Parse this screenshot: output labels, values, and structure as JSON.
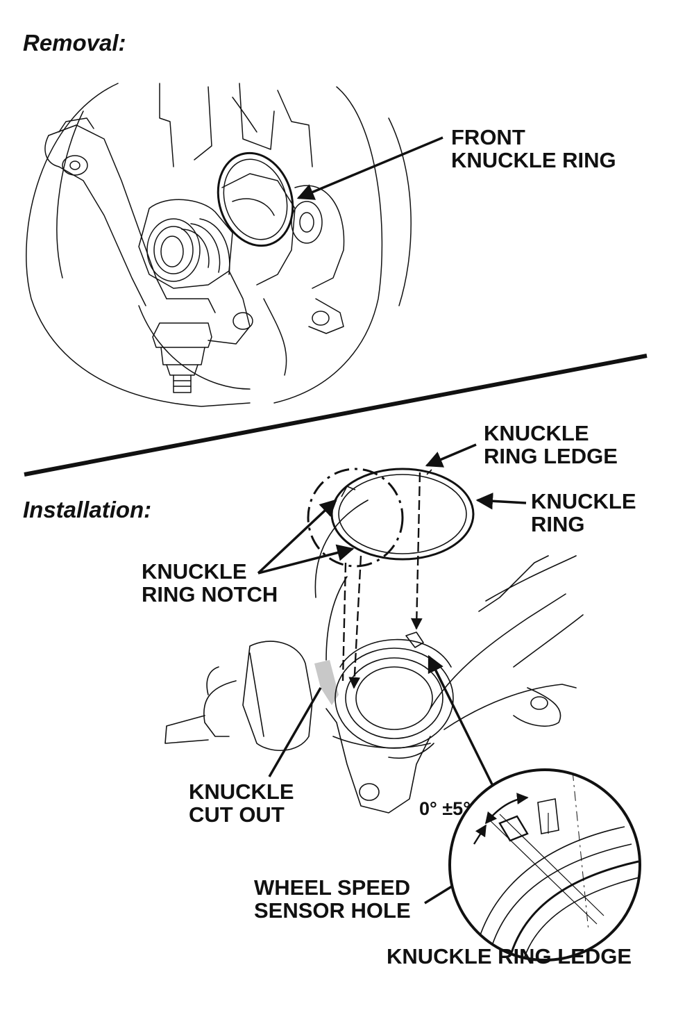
{
  "sections": {
    "removal_title": "Removal:",
    "installation_title": "Installation:"
  },
  "labels": {
    "front_knuckle_ring": {
      "line1": "FRONT",
      "line2": "KNUCKLE RING"
    },
    "knuckle_ring_ledge_top": {
      "line1": "KNUCKLE",
      "line2": "RING LEDGE"
    },
    "knuckle_ring": {
      "line1": "KNUCKLE",
      "line2": "RING"
    },
    "knuckle_ring_notch": {
      "line1": "KNUCKLE",
      "line2": "RING NOTCH"
    },
    "knuckle_cut_out": {
      "line1": "KNUCKLE",
      "line2": "CUT OUT"
    },
    "angle_tolerance": "0° ±5°",
    "wheel_speed_sensor_hole": {
      "line1": "WHEEL SPEED",
      "line2": "SENSOR HOLE"
    },
    "knuckle_ring_ledge_bottom": "KNUCKLE RING LEDGE"
  },
  "colors": {
    "ink": "#111111",
    "background": "#ffffff",
    "cutout_shade": "#c8c8c8"
  }
}
